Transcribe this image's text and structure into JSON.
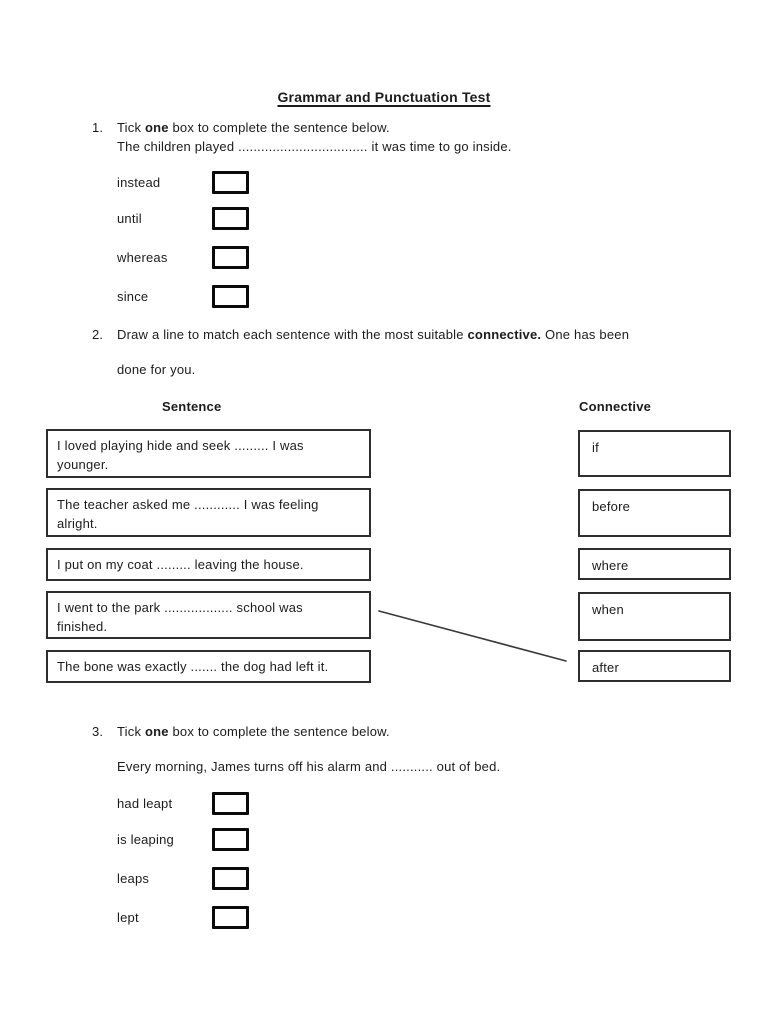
{
  "title": "Grammar and Punctuation Test",
  "q1": {
    "number": "1.",
    "prompt": {
      "prefix": "Tick ",
      "bold": "one",
      "suffix": " box to complete the sentence below."
    },
    "sentence": "The children played .................................. it was time to go inside.",
    "options": [
      "instead",
      "until",
      "whereas",
      "since"
    ]
  },
  "q2": {
    "number": "2.",
    "prompt": {
      "prefix": "Draw a line to match each sentence with the most suitable ",
      "bold": "connective.",
      "suffix": " One has been"
    },
    "prompt_line2": "done for you.",
    "headers": {
      "left": "Sentence",
      "right": "Connective"
    },
    "sentences": [
      "I loved playing hide and seek ......... I was\nyounger.",
      "The teacher asked me ............ I was feeling\nalright.",
      "I put on my coat ......... leaving the house.",
      "I went to the park .................. school was\nfinished.",
      "The bone was exactly ....... the dog had left it."
    ],
    "connectives": [
      "if",
      "before",
      "where",
      "when",
      "after"
    ],
    "example_match": {
      "from_sentence_index": 3,
      "to_connective": "after"
    }
  },
  "q3": {
    "number": "3.",
    "prompt": {
      "prefix": "Tick ",
      "bold": "one",
      "suffix": " box to complete the sentence below."
    },
    "sentence": "Every morning, James turns off his alarm and ........... out of bed.",
    "options": [
      "had leapt",
      "is leaping",
      "leaps",
      "lept"
    ]
  }
}
